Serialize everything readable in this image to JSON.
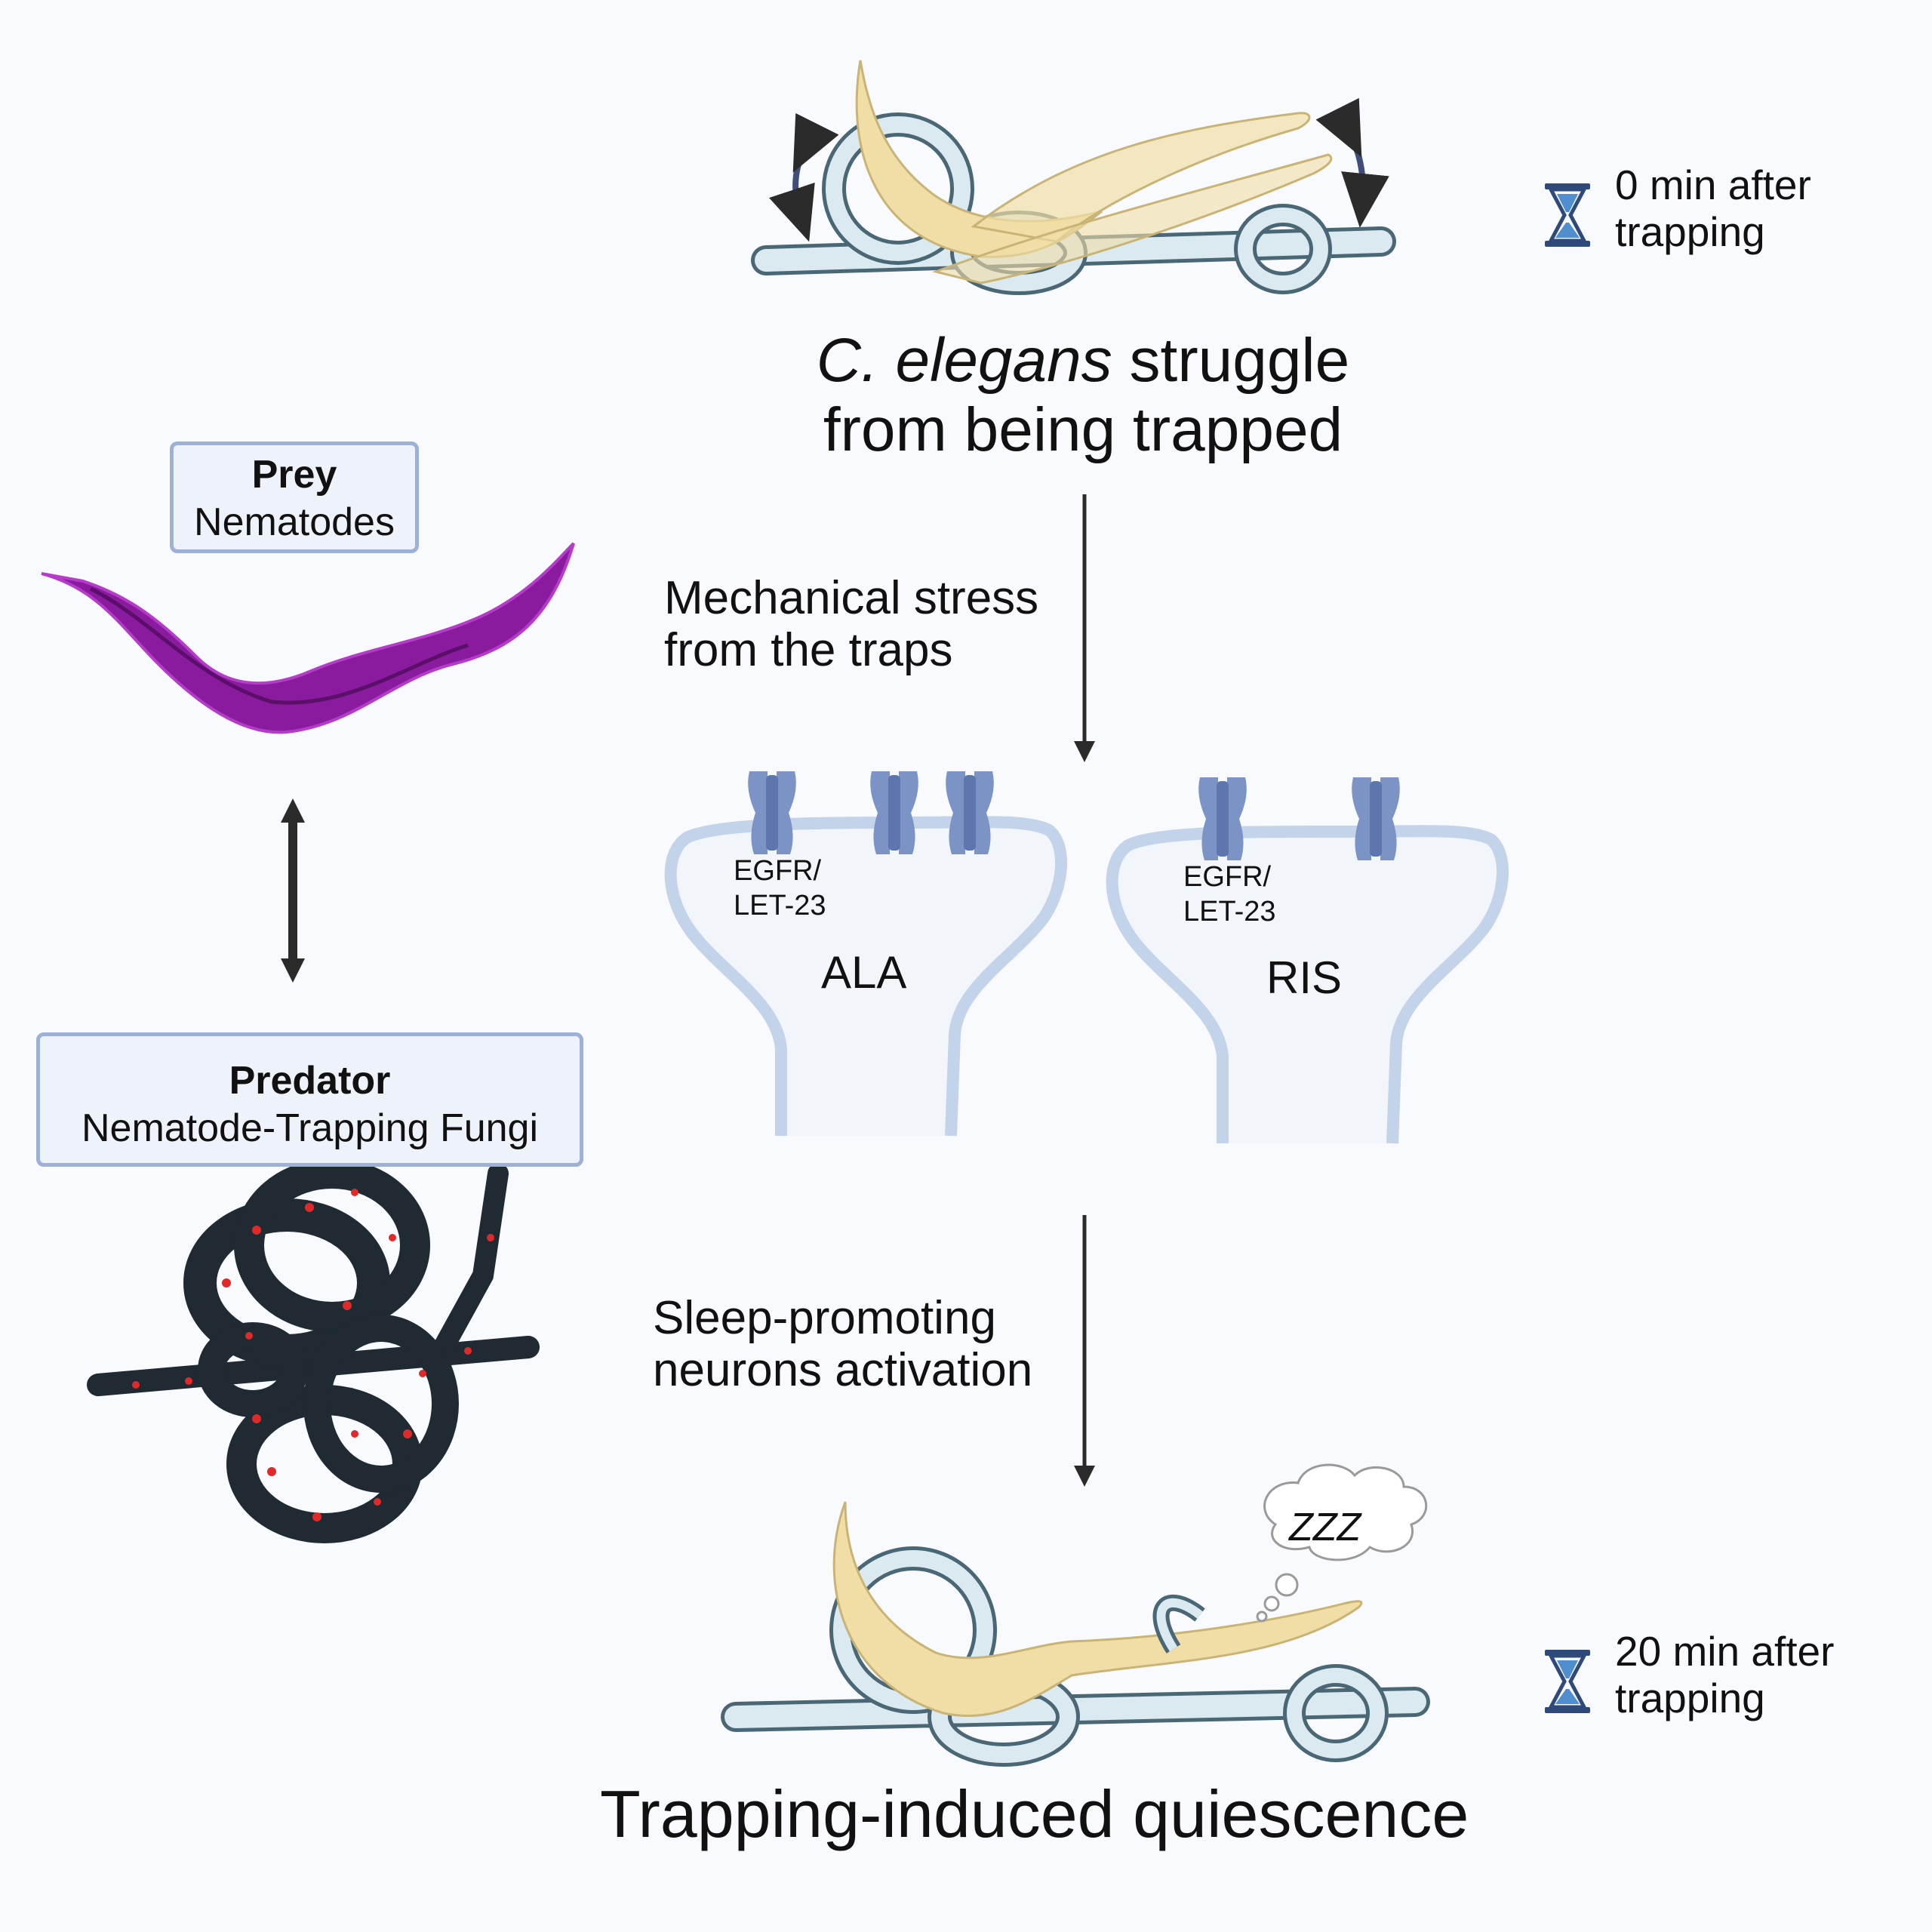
{
  "prey_box": {
    "title": "Prey",
    "subtitle": "Nematodes"
  },
  "predator_box": {
    "title": "Predator",
    "subtitle": "Nematode-Trapping Fungi"
  },
  "top": {
    "title_italic": "C. elegans",
    "title_rest": " struggle",
    "title_line2": "from being trapped",
    "timer": [
      "0 min after",
      "trapping"
    ]
  },
  "step1": [
    "Mechanical stress",
    "from the traps"
  ],
  "neurons": [
    {
      "receptor": [
        "EGFR/",
        "LET-23"
      ],
      "name": "ALA"
    },
    {
      "receptor": [
        "EGFR/",
        "LET-23"
      ],
      "name": "RIS"
    }
  ],
  "step2": [
    "Sleep-promoting",
    "neurons activation"
  ],
  "bottom": {
    "bubble": "ZZZ",
    "timer": [
      "20 min after",
      "trapping"
    ],
    "title": "Trapping-induced quiescence"
  },
  "colors": {
    "prey_worm": "#8a1a9e",
    "fungi_cells": "#1f2a33",
    "fungi_dots": "#e02a2a",
    "hyphae_fill": "#dbe9f1",
    "hyphae_stroke": "#4a6775",
    "worm_fill": "#f0dea6",
    "receptor": "#7c93c5",
    "neuron_stroke": "#c3d3ea",
    "arrow": "#2b2b2b"
  }
}
